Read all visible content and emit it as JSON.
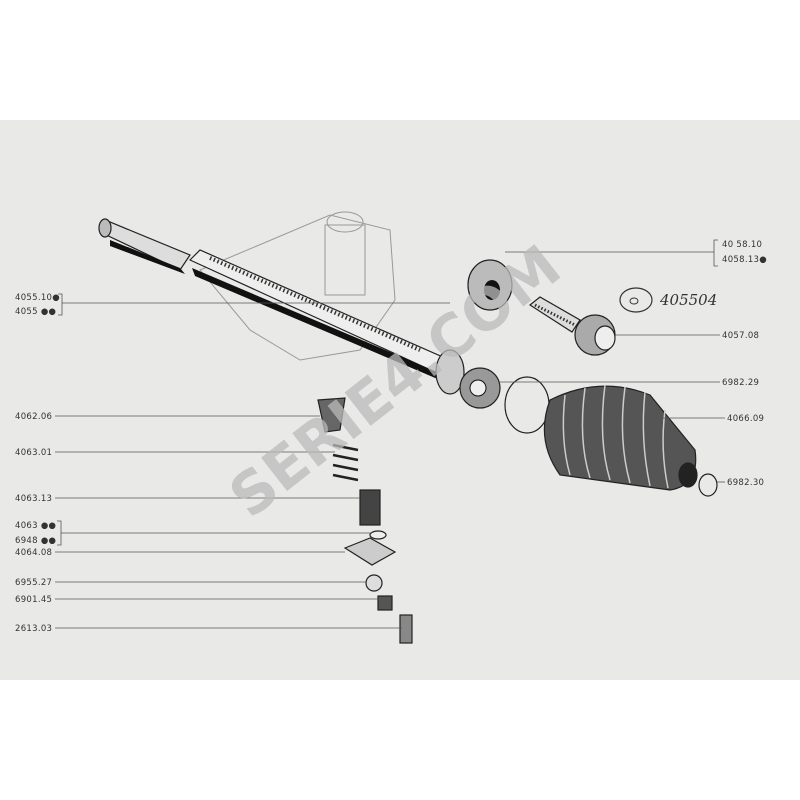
{
  "watermark": "SERIE4.COM",
  "handwritten_note": "405504",
  "left_labels": {
    "l4055_10": "4055.10●",
    "l4055": "4055 ●●",
    "l4062_06": "4062.06",
    "l4063_01": "4063.01",
    "l4063_13": "4063.13",
    "l4063": "4063 ●●",
    "l6948": "6948 ●●",
    "l4064_08": "4064.08",
    "l6955_27": "6955.27",
    "l6901_45": "6901.45",
    "l2613_03": "2613.03"
  },
  "right_labels": {
    "l4058_10": "40 58.10",
    "l4058_13": "4058.13●",
    "l4057_08": "4057.08",
    "l6982_29": "6982.29",
    "l4066_09": "4066.09",
    "l6982_30": "6982.30"
  }
}
